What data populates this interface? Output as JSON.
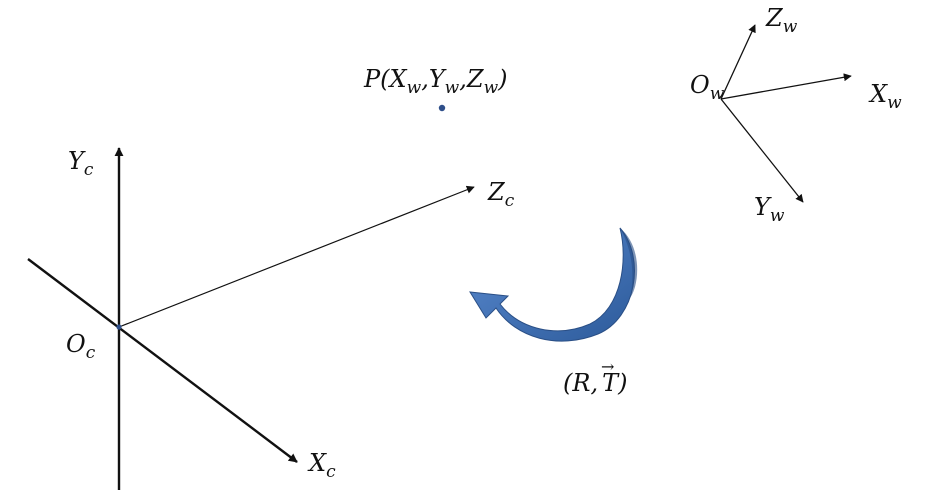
{
  "colors": {
    "line": "#111111",
    "point": "#2f4f8a",
    "arrow_fill": "#3d6bb0",
    "arrow_dark": "#2a4f86"
  },
  "camera_frame": {
    "origin": {
      "base": "O",
      "sub": "c"
    },
    "x_axis": {
      "base": "X",
      "sub": "c"
    },
    "y_axis": {
      "base": "Y",
      "sub": "c"
    },
    "z_axis": {
      "base": "Z",
      "sub": "c"
    }
  },
  "world_frame": {
    "origin": {
      "base": "O",
      "sub": "w"
    },
    "x_axis": {
      "base": "X",
      "sub": "w"
    },
    "y_axis": {
      "base": "Y",
      "sub": "w"
    },
    "z_axis": {
      "base": "Z",
      "sub": "w"
    }
  },
  "point": {
    "name": "P",
    "open": "(",
    "x": {
      "base": "X",
      "sub": "w"
    },
    "comma1": ",",
    "y": {
      "base": "Y",
      "sub": "w"
    },
    "comma2": ",",
    "z": {
      "base": "Z",
      "sub": "w"
    },
    "close": ")"
  },
  "transform": {
    "open": "(",
    "r": "R",
    "comma": ",",
    "t": "T",
    "vector_mark": "→",
    "close": ")"
  }
}
